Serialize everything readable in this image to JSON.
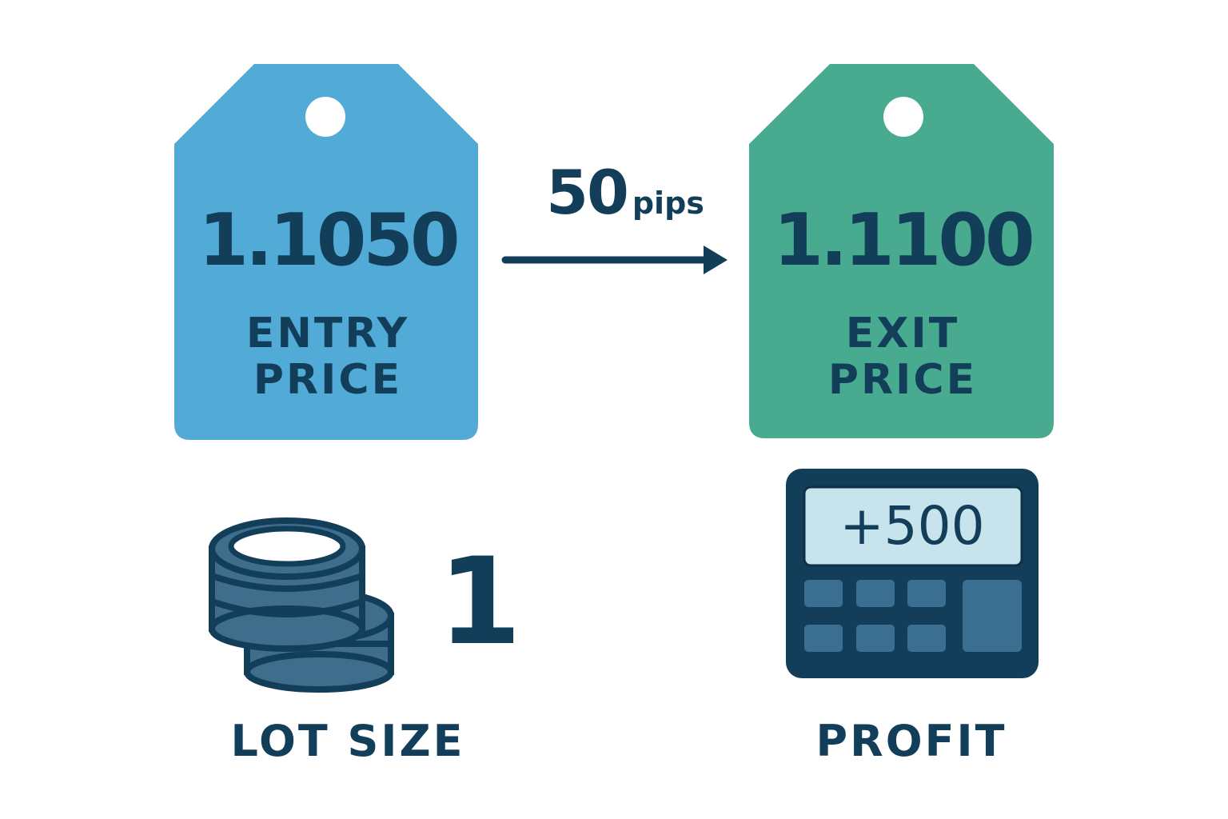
{
  "entry": {
    "value": "1.1050",
    "label_line1": "ENTRY",
    "label_line2": "PRICE",
    "color": "#52abd6"
  },
  "exit": {
    "value": "1.1100",
    "label_line1": "EXIT",
    "label_line2": "PRICE",
    "color": "#48aa8e"
  },
  "movement": {
    "value": "50",
    "unit": "pips"
  },
  "lot": {
    "value": "1",
    "label": "LOT SIZE"
  },
  "profit": {
    "display": "+500",
    "label": "PROFIT"
  },
  "colors": {
    "ink": "#123e5a",
    "coin": "#3f6e8c",
    "screen": "#c7e3ec",
    "key": "#3a6f92"
  },
  "icons": [
    "price-tag-icon",
    "arrow-right-icon",
    "coin-stack-icon",
    "calculator-icon"
  ]
}
